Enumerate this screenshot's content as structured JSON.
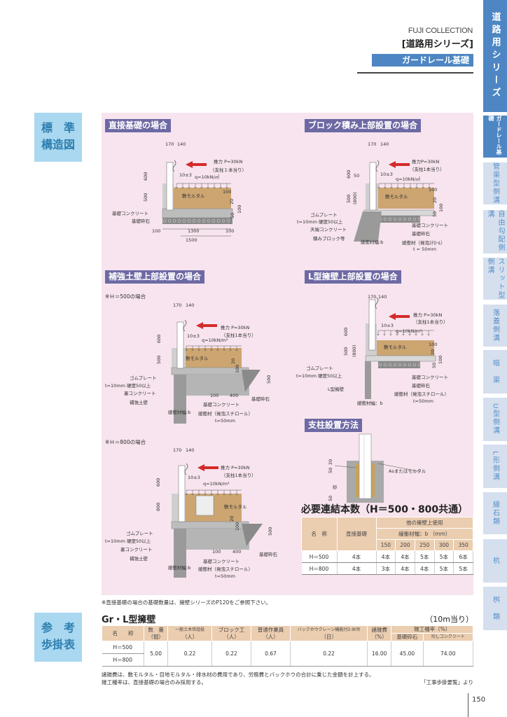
{
  "header": {
    "brand": "FUJI COLLECTION",
    "series": "[道路用シリーズ]",
    "category": "ガードレール基礎"
  },
  "side_labels": {
    "standard": "標　準\n構造図",
    "reference": "参　考\n歩掛表"
  },
  "tabs": [
    "道路用シリーズ",
    "ガードレール基礎",
    "管渠型側溝",
    "自由勾配側溝",
    "スリット型側溝",
    "落蓋側溝",
    "暗　渠",
    "U型側溝",
    "L形側溝",
    "縁石類",
    "杭",
    "桝　類"
  ],
  "sections": {
    "direct": "直接基礎の場合",
    "block": "ブロック積み上部設置の場合",
    "reinforced": "補強土壁上部設置の場合",
    "lwall": "L型擁壁上部設置の場合",
    "post": "支柱設置方法"
  },
  "notes": {
    "h500": "※Ｈ＝500の場合",
    "h800": "※Ｈ＝800の場合",
    "direct_ref": "※直接基礎の場合の基礎数量は、擁壁シリーズのP120をご参照下さい。"
  },
  "diagrams": {
    "direct": [
      "170",
      "140",
      "推力 P=30kN",
      "（支柱１本当り）",
      "10±3",
      "q=10kN/㎡",
      "600",
      "500",
      "100",
      "20",
      "100",
      "50",
      "敷モルタル",
      "基礎コンクリート",
      "基礎砕石",
      "100",
      "1300",
      "100",
      "1500"
    ],
    "block": [
      "170",
      "140",
      "推力P=30kN",
      "（支柱1本当り）",
      "50",
      "10±3",
      "q=10kN/㎡",
      "600",
      "500",
      "(800)",
      "100",
      "20",
      "100",
      "50",
      "敷モルタル",
      "ゴムプレート",
      "t=10mm 硬度50以上",
      "天端コンクリート",
      "積みブロック等",
      "緩衝材幅:b",
      "基礎コンクリート",
      "基礎砕石",
      "緩衝材（発泡ｽﾁﾛｰﾙ）",
      "t = 50mm"
    ],
    "reinforced": [
      "170",
      "140",
      "推力 P=30kN",
      "（支柱1本当り）",
      "10±3",
      "q=10kN/m²",
      "600",
      "500",
      "20",
      "100",
      "500",
      "敷モルタル",
      "ゴムプレート",
      "t=10mm 硬度50以上",
      "裏コンクリート",
      "補強土壁",
      "100",
      "400",
      "基礎砕石",
      "基礎コンクリート",
      "緩衝材幅:b",
      "緩衝材（発泡スチロール）",
      "t=50mm"
    ],
    "lwall": [
      "170",
      "140",
      "推力 P=30kN",
      "（支柱1本当り）",
      "10±3",
      "q=10kN/m²",
      "600",
      "500",
      "(800)",
      "100",
      "20",
      "100",
      "50",
      "敷モルタル",
      "ゴムプレート",
      "t=10mm 硬度50以上",
      "L型擁壁",
      "基礎コンクリート",
      "基礎砕石",
      "緩衝材幅：b",
      "緩衝材（発泡スチロール）",
      "t=50mm"
    ],
    "post": [
      "20",
      "50",
      "Asまたはモルタル",
      "砂",
      "50"
    ],
    "reinforced800": [
      "170",
      "140",
      "推力 P=30kN",
      "（支柱1本当り）",
      "10±3",
      "q=10kN/m²",
      "600",
      "800",
      "敷モルタル",
      "20",
      "100",
      "500",
      "ゴムプレート",
      "t=10mm 硬度50以上",
      "裏コンクリート",
      "補強土壁",
      "100",
      "400",
      "基礎砕石",
      "基礎コンクリート",
      "緩衝材幅:b",
      "緩衝材（発泡スチロール）",
      "t=50mm"
    ]
  },
  "colors": {
    "accent": "#4d86c3",
    "section": "#6d69a4",
    "panel": "#f7e4ee",
    "arrow": "#d42a2a",
    "soil": "#c49a5a"
  },
  "connect_table": {
    "title": "必要連結本数（H＝500・800共通）",
    "h_name": "名　称",
    "h_direct": "直接基礎",
    "h_other": "他の擁壁上使用",
    "h_width": "緩衝材幅：b （mm）",
    "widths": [
      "150",
      "200",
      "250",
      "300",
      "350"
    ],
    "rows": [
      {
        "name": "H＝500",
        "direct": "4本",
        "vals": [
          "4本",
          "4本",
          "5本",
          "5本",
          "6本"
        ]
      },
      {
        "name": "H＝800",
        "direct": "4本",
        "vals": [
          "3本",
          "4本",
          "4本",
          "5本",
          "5本"
        ]
      }
    ]
  },
  "labor": {
    "title": "Gr・L型擁壁",
    "unit": "（10m当り）",
    "headers": {
      "name": "名　　称",
      "qty": "数　量",
      "qty_u": "（個）",
      "foreman": "一般土木世話役",
      "foreman_u": "（人）",
      "block": "ブロック工",
      "block_u": "（人）",
      "worker": "普通作業員",
      "worker_u": "（人）",
      "crane": "バックホウクレーン機能付2.9t吊",
      "crane_u": "（日）",
      "misc": "諸雑費",
      "misc_u": "（%）",
      "rate": "雑工種率（%）",
      "gravel": "基礎砕石",
      "leveling": "均しコンクリート"
    },
    "rows": [
      "H＝500",
      "H＝800"
    ],
    "values": [
      "5.00",
      "0.22",
      "0.22",
      "0.67",
      "0.22",
      "16.00",
      "45.00",
      "74.00"
    ],
    "note1": "諸雑費は、敷モルタル・目地モルタル・排水材の費用であり、労務費とバックホウの合計に乗じた金額を計上する。",
    "note2": "雑工種率は、直接基礎の場合のみ採用する。",
    "source": "「工事歩掛要覧」より"
  },
  "page_number": "150"
}
